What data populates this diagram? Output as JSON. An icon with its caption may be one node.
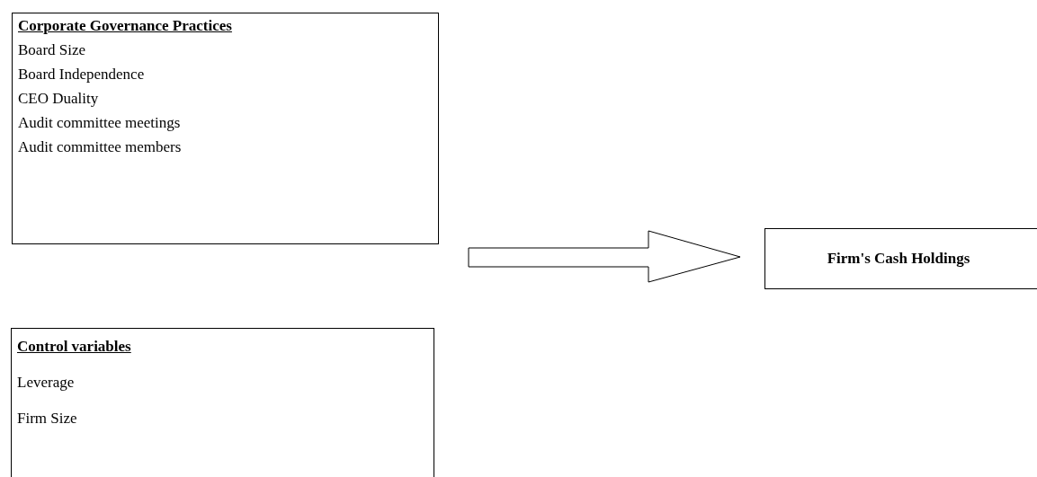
{
  "diagram": {
    "nodes": [
      {
        "text": [
          "Corporate Governance Practices",
          "Board Size",
          "Board Independence",
          "CEO Duality",
          "Audit committee meetings",
          "Audit committee members"
        ]
      },
      {
        "text": [
          "Firm's Cash Holdings"
        ]
      },
      {
        "text": [
          "Control variables",
          "Leverage",
          "Firm Size"
        ]
      }
    ],
    "edges": [
      {
        "from": null,
        "to": 1,
        "arrow": "to"
      }
    ]
  }
}
